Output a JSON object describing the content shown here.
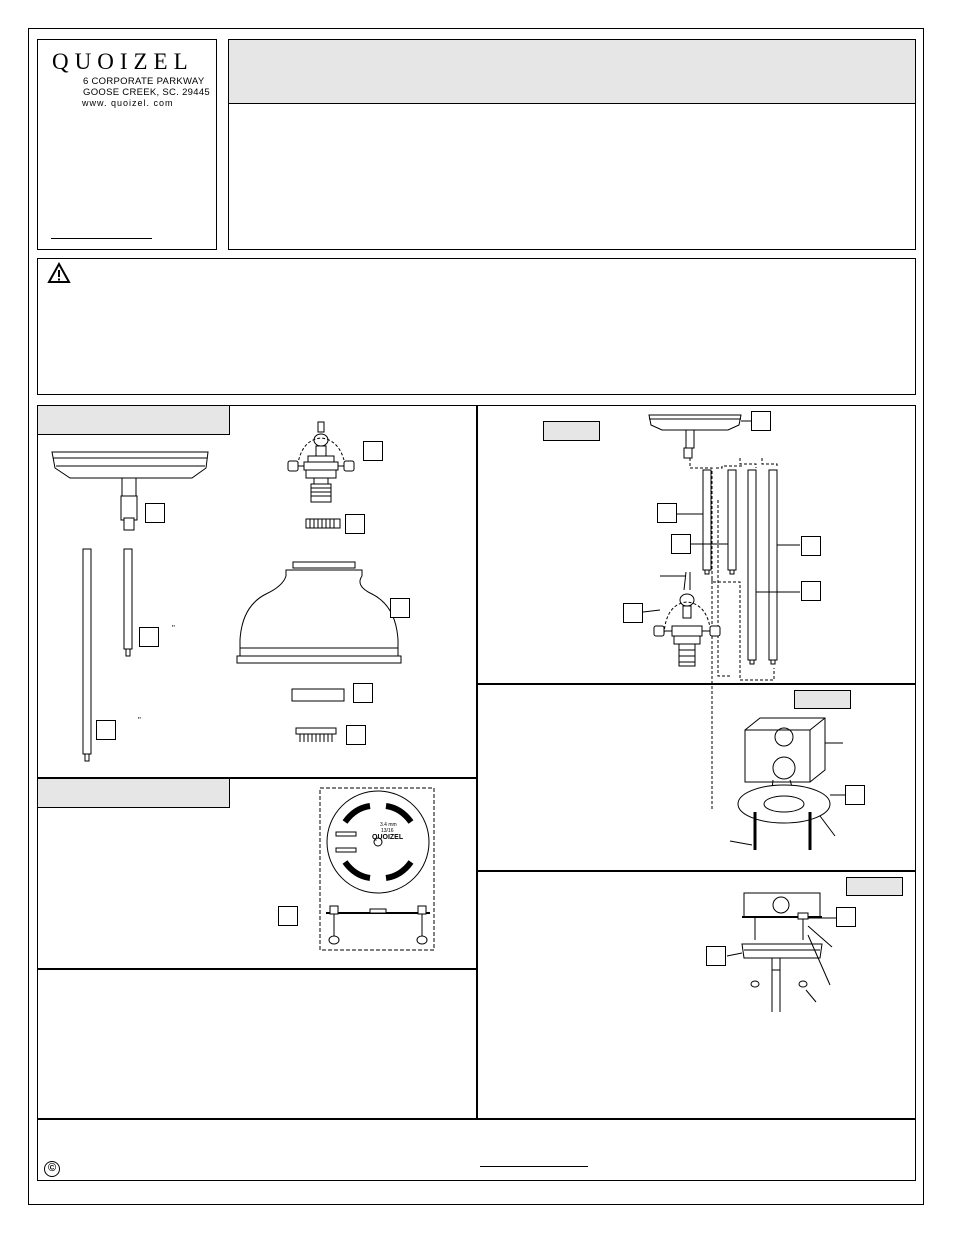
{
  "company": {
    "name": "QUOIZEL",
    "address_line1": "6 CORPORATE PARKWAY",
    "address_line2": "GOOSE CREEK, SC. 29445",
    "website": "www. quoizel. com"
  },
  "canopy_plate": {
    "brand": "QUOIZEL",
    "size_metric": "3.4 mm",
    "size_imperial": "13/16"
  },
  "parts_list": {
    "rod_mark_1": "\"",
    "rod_mark_2": "\""
  },
  "footer": {
    "copyright_symbol": "©"
  },
  "icons": {
    "warning": "warning-triangle-icon"
  }
}
